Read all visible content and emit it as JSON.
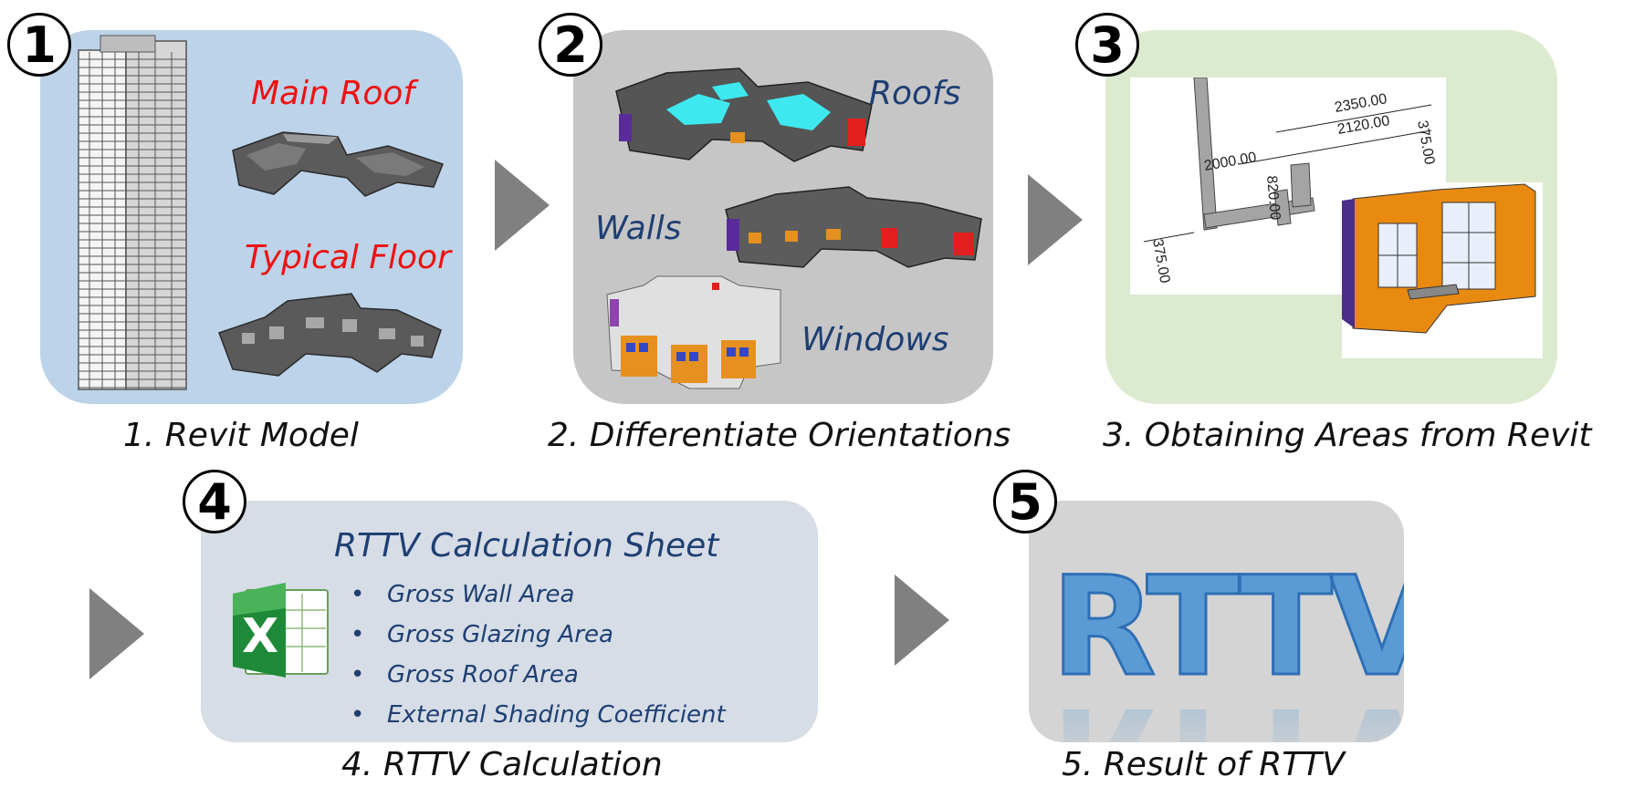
{
  "steps": [
    {
      "number": "1",
      "caption": "1. Revit Model"
    },
    {
      "number": "2",
      "caption": "2. Differentiate Orientations"
    },
    {
      "number": "3",
      "caption": "3. Obtaining Areas from Revit"
    },
    {
      "number": "4",
      "caption": "4. RTTV Calculation"
    },
    {
      "number": "5",
      "caption": "5. Result of RTTV"
    }
  ],
  "panel1": {
    "labels": {
      "main_roof": "Main Roof",
      "typical_floor": "Typical Floor"
    }
  },
  "panel2": {
    "labels": {
      "roofs": "Roofs",
      "walls": "Walls",
      "windows": "Windows"
    }
  },
  "panel3": {
    "dimensions": {
      "d1": "2350.00",
      "d2": "2120.00",
      "d3": "2000.00",
      "d4": "820.00",
      "d5": "375.00",
      "d6": "375.00"
    }
  },
  "panel4": {
    "title": "RTTV Calculation Sheet",
    "bullet": "•",
    "items": [
      "Gross Wall Area",
      "Gross Glazing Area",
      "Gross Roof Area",
      "External Shading Coefficient"
    ]
  },
  "panel5": {
    "result_text": "RTTV"
  },
  "colors": {
    "panel1_bg": "#bcd3ea",
    "panel2_bg": "#c6c6c6",
    "panel3_bg": "#dcebcf",
    "panel4_bg": "#d6dde6",
    "panel5_bg": "#d4d4d4",
    "arrow": "#808080",
    "label_red": "#ee1111",
    "label_blue": "#1f3f73",
    "rttv_blue": "#5b9bd5"
  },
  "icons": {
    "building_tower": "tower-icon",
    "excel": "excel-icon"
  }
}
